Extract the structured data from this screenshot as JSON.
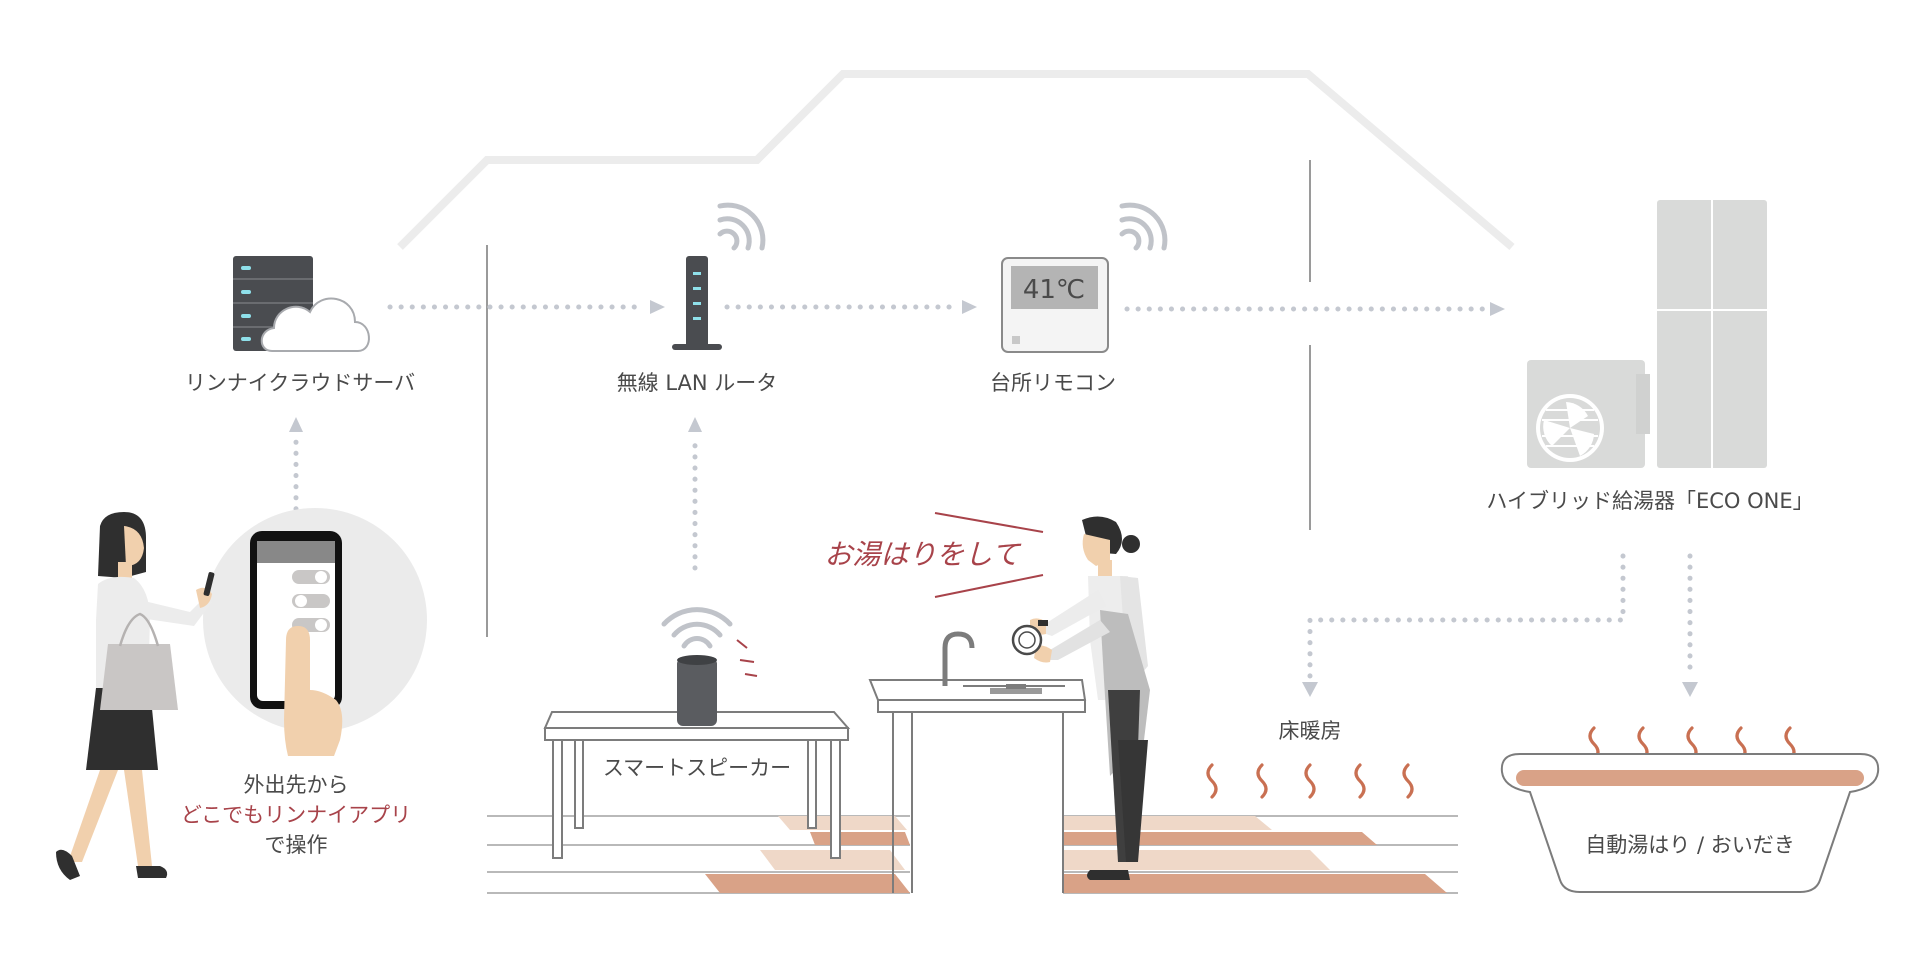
{
  "nodes": {
    "cloud_server": "リンナイクラウドサーバ",
    "router": "無線 LAN ルータ",
    "remote": "台所リモコン",
    "water_heater": "ハイブリッド給湯器「ECO ONE」",
    "speaker": "スマートスピーカー",
    "floor_heating": "床暖房",
    "bath": "自動湯はり / おいだき"
  },
  "remote_display": "41℃",
  "voice_command": "お湯はりをして",
  "app_caption": {
    "line1": "外出先から",
    "line2": "どこでもリンナイアプリ",
    "line3": "で操作"
  },
  "colors": {
    "accent": "#a8434a",
    "arrow": "#c4c8d0",
    "floor_warm": "#d9a287",
    "floor_light": "#efd8c8",
    "heat_wave": "#c97052",
    "appliance_gray": "#d9dad9"
  }
}
